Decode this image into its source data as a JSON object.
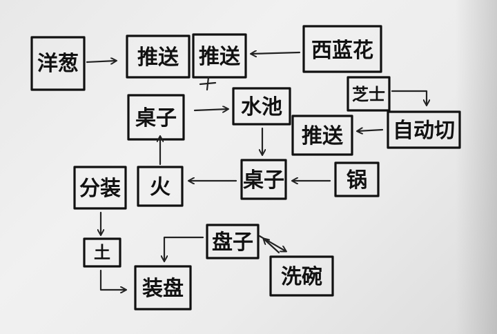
{
  "nodes": {
    "yangcong": "洋葱",
    "tuisong1": "推送",
    "tuisong2": "推送",
    "xilanhua": "西蓝花",
    "zhishi": "芝士",
    "zhuozi1": "桌子",
    "shuichi": "水池",
    "zidongqie": "自动切",
    "tuisong3": "推送",
    "fenzhuang": "分装",
    "huo": "火",
    "zhuozi2": "桌子",
    "guo": "锅",
    "tu": "土",
    "panzi": "盘子",
    "zhuangpan": "装盘",
    "xiwan": "洗碗"
  }
}
